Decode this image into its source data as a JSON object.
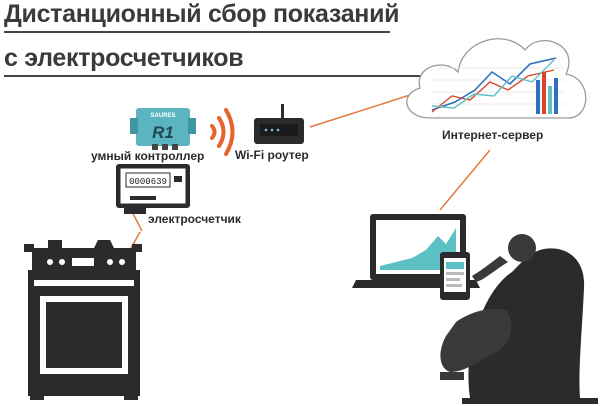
{
  "title": {
    "line1": "Дистанционный сбор показаний",
    "line2": "с электросчетчиков"
  },
  "labels": {
    "controller": "умный контроллер",
    "router": "Wi-Fi роутер",
    "server": "Интернет-сервер",
    "meter": "электросчетчик"
  },
  "device": {
    "brand": "SAURES",
    "model": "R1",
    "meter_reading": "0000639"
  },
  "colors": {
    "text": "#3a3a3a",
    "controller_teal": "#5bb4c0",
    "signal_orange": "#e8622a",
    "link_orange": "#e07b3c",
    "dark": "#2b2b2b",
    "chart_blue": "#2f6fbf",
    "chart_red": "#d9462b",
    "chart_teal": "#5cc0c4"
  },
  "icons": [
    "cloud-icon",
    "router-icon",
    "wifi-signal-icon",
    "controller-icon",
    "meter-icon",
    "stove-icon",
    "laptop-icon",
    "smartphone-icon",
    "person-armchair-icon"
  ]
}
